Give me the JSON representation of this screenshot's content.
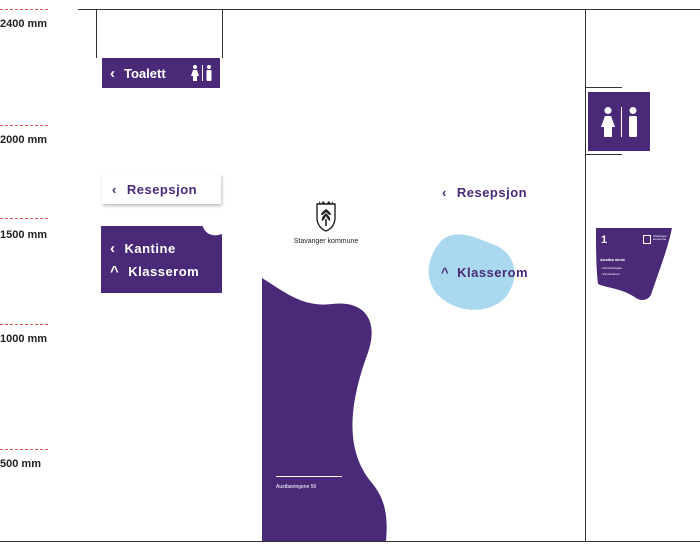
{
  "height_marks": [
    {
      "label": "2400 mm"
    },
    {
      "label": "2000 mm"
    },
    {
      "label": "1500 mm"
    },
    {
      "label": "1000 mm"
    },
    {
      "label": "500 mm"
    }
  ],
  "signs": {
    "toilet_hanging": {
      "label": "Toalett",
      "arrow": "‹"
    },
    "reception_white": {
      "label": "Resepsjon",
      "arrow": "‹"
    },
    "directory_purple": {
      "rows": [
        {
          "arrow": "‹",
          "label": "Kantine"
        },
        {
          "arrow": "^",
          "label": "Klasserom"
        }
      ]
    },
    "floor_reception": {
      "arrow": "‹",
      "label": "Resepsjon"
    },
    "floor_classroom": {
      "arrow": "^",
      "label": "Klasserom"
    }
  },
  "logo": {
    "name": "Stavanger kommune"
  },
  "totem": {
    "address": "Austbøvingene 50"
  },
  "school_sign": {
    "number": "1",
    "name": "Austbø skole",
    "items": [
      {
        "arrow": "‹",
        "label": "Administrasjon"
      },
      {
        "arrow": "›",
        "label": "Personalrom"
      }
    ],
    "brand_lines": [
      "Stavanger",
      "kommune"
    ]
  },
  "colors": {
    "brand_purple": "#4a2a78",
    "light_blue": "#a9d8ef",
    "height_dash": "#d9534f"
  }
}
